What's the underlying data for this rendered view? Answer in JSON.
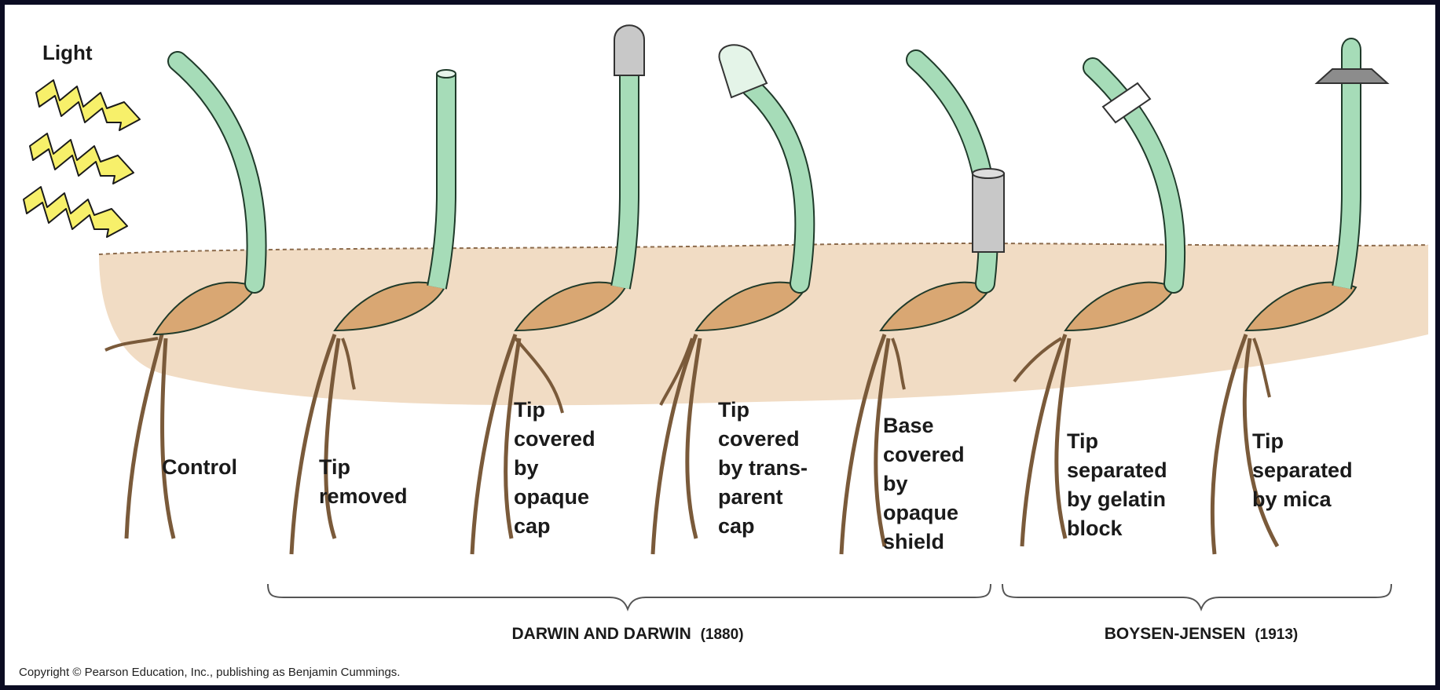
{
  "light_label": "Light",
  "specimens": [
    {
      "id": "control",
      "lines": [
        "Control"
      ]
    },
    {
      "id": "tip-removed",
      "lines": [
        "Tip",
        "removed"
      ]
    },
    {
      "id": "opaque-cap",
      "lines": [
        "Tip",
        "covered",
        "by",
        "opaque",
        "cap"
      ]
    },
    {
      "id": "transparent-cap",
      "lines": [
        "Tip",
        "covered",
        "by trans-",
        "parent",
        "cap"
      ]
    },
    {
      "id": "opaque-shield",
      "lines": [
        "Base",
        "covered",
        "by",
        "opaque",
        "shield"
      ]
    },
    {
      "id": "gelatin-block",
      "lines": [
        "Tip",
        "separated",
        "by gelatin",
        "block"
      ]
    },
    {
      "id": "mica",
      "lines": [
        "Tip",
        "separated",
        "by mica"
      ]
    }
  ],
  "groups": [
    {
      "id": "darwin",
      "name": "Darwin and Darwin",
      "year": "(1880)"
    },
    {
      "id": "boysen-jensen",
      "name": "Boysen-Jensen",
      "year": "(1913)"
    }
  ],
  "copyright": "Copyright © Pearson Education, Inc., publishing as Benjamin Cummings.",
  "colors": {
    "background": "#0b0c22",
    "panel": "#ffffff",
    "soil": "#f1dcc4",
    "shoot": "#a6dcb8",
    "shoot_outline": "#1f3a2a",
    "seed": "#d9a773",
    "root": "#d2a26a",
    "light_bolt": "#f7f06a",
    "cap_gray": "#c8c8c8",
    "mica_gray": "#8c8c8c"
  }
}
